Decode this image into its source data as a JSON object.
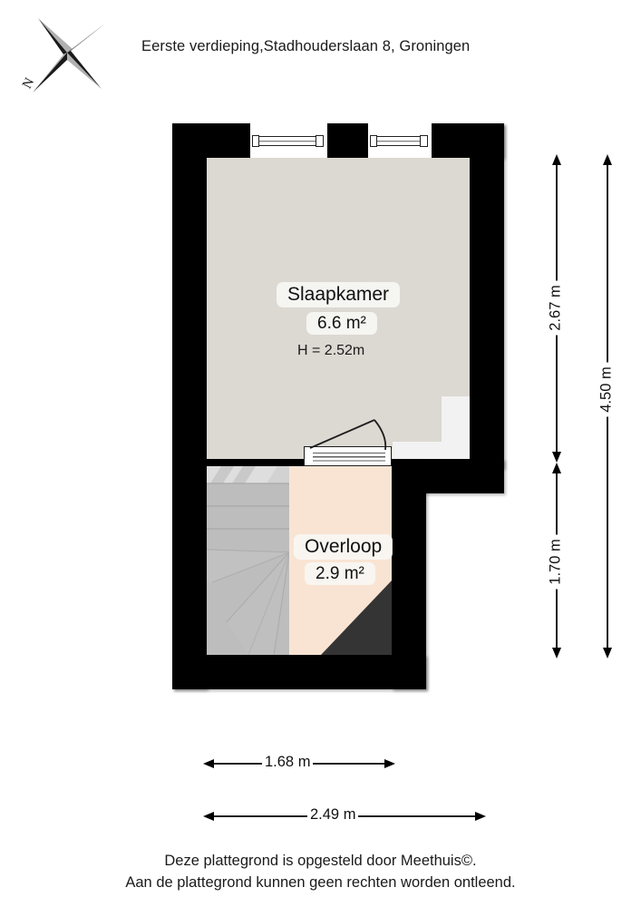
{
  "header": {
    "title": "Eerste verdieping,Stadhouderslaan 8, Groningen",
    "compass_icon": "compass-rose-star",
    "compass_north_label": "N"
  },
  "rooms": [
    {
      "id": "slaapkamer",
      "name": "Slaapkamer",
      "area": "6.6 m²",
      "height": "H = 2.52m",
      "floor_color": "#dcd8d2"
    },
    {
      "id": "overloop",
      "name": "Overloop",
      "area": "2.9 m²",
      "height": "",
      "floor_color": "#f9e4d3"
    }
  ],
  "features": {
    "windows": 2,
    "doors": 1,
    "stairs_label": "staircase-winder",
    "stairs_color": "#bdbdbd",
    "step_block_color": "#f2f2f2",
    "dark_area_color": "#343434",
    "wall_color": "#000000"
  },
  "dimensions": {
    "vertical": [
      {
        "id": "bedroom-depth",
        "value": "2.67 m"
      },
      {
        "id": "landing-depth",
        "value": "1.70 m"
      },
      {
        "id": "total-depth",
        "value": "4.50 m"
      }
    ],
    "horizontal": [
      {
        "id": "landing-width",
        "value": "1.68 m"
      },
      {
        "id": "total-width",
        "value": "2.49 m"
      }
    ]
  },
  "footer": {
    "line1": "Deze plattegrond is opgesteld door Meethuis©.",
    "line2": "Aan de plattegrond kunnen geen rechten worden ontleend."
  }
}
